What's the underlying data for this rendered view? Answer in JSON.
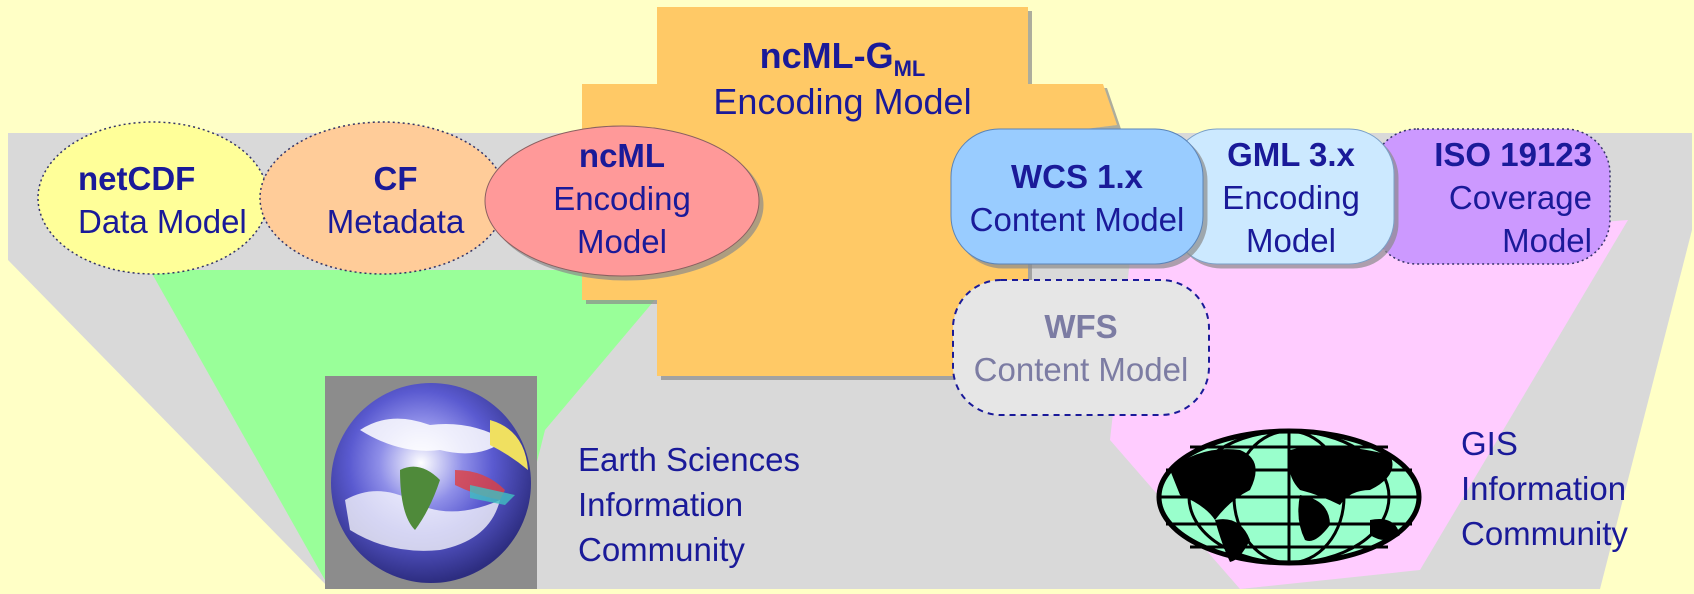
{
  "central": {
    "title": "ncML-G",
    "title_sub": "ML",
    "subtitle": "Encoding Model"
  },
  "nodes": {
    "netcdf": {
      "title": "netCDF",
      "subtitle": "Data Model"
    },
    "cf": {
      "title": "CF",
      "subtitle": "Metadata"
    },
    "ncml": {
      "title": "ncML",
      "line2": "Encoding",
      "line3": "Model"
    },
    "wcs": {
      "title": "WCS 1.x",
      "subtitle": "Content Model"
    },
    "gml": {
      "title": "GML 3.x",
      "line2": "Encoding",
      "line3": "Model"
    },
    "iso": {
      "title": "ISO 19123",
      "line2": "Coverage",
      "line3": "Model"
    },
    "wfs": {
      "title": "WFS",
      "subtitle": "Content Model"
    }
  },
  "communities": {
    "earth": {
      "line1": "Earth Sciences",
      "line2": "Information",
      "line3": "Community"
    },
    "gis": {
      "line1": "GIS",
      "line2": "Information",
      "line3": "Community"
    }
  },
  "colors": {
    "background": "#ffffc6",
    "band": "#d9d9d9",
    "earth_cone": "#99ff99",
    "gis_cone": "#ffccff",
    "central_box": "#ffc966",
    "netcdf": "#ffff99",
    "cf": "#ffcc99",
    "ncml": "#ff9999",
    "wcs": "#99ccff",
    "gml": "#cce9ff",
    "iso": "#cc99ff",
    "wfs": "#e6e6e6",
    "text": "#1a1a99"
  }
}
